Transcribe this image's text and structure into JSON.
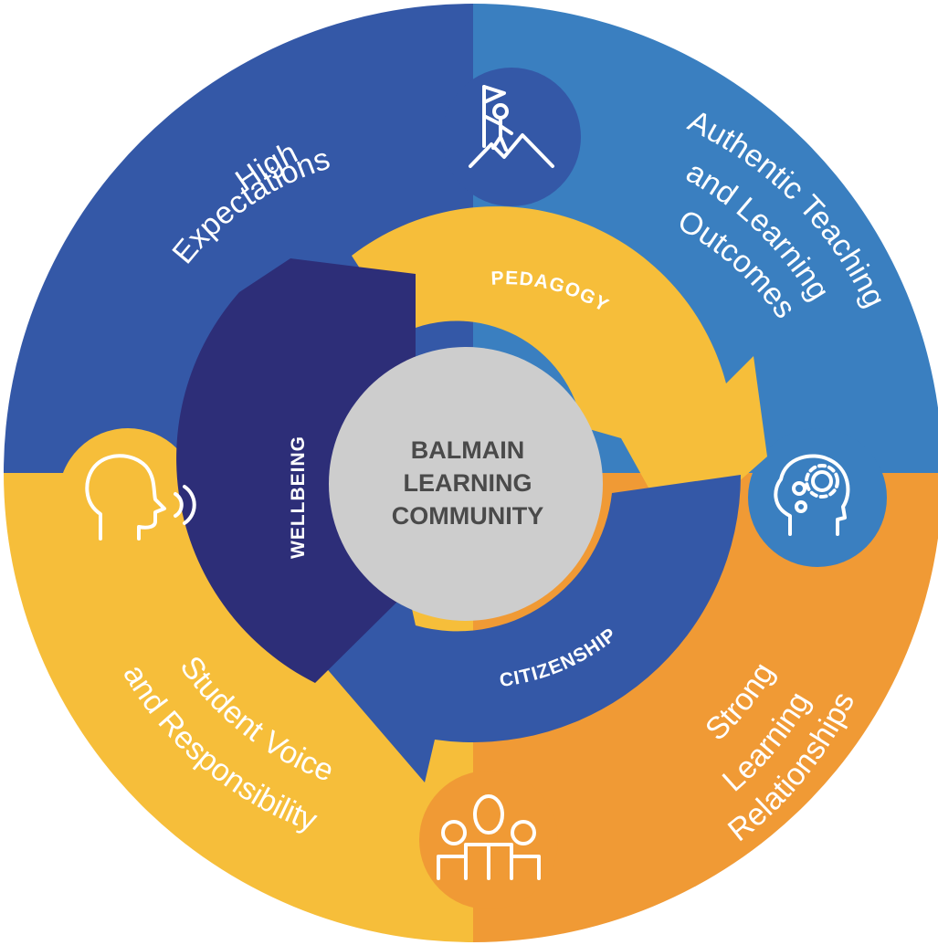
{
  "center": {
    "lines": [
      "BALMAIN",
      "LEARNING",
      "COMMUNITY"
    ]
  },
  "quadrants": [
    {
      "key": "top-left",
      "lines": [
        "High",
        "Expectations"
      ],
      "color": "#3458A7",
      "icon": "mountain-flag-icon"
    },
    {
      "key": "top-right",
      "lines": [
        "Authentic Teaching",
        "and Learning",
        "Outcomes"
      ],
      "color": "#3A7FC0",
      "icon": "head-gears-icon"
    },
    {
      "key": "bottom-right",
      "lines": [
        "Strong",
        "Learning",
        "Relationships"
      ],
      "color": "#F09A35",
      "icon": "group-people-icon"
    },
    {
      "key": "bottom-left",
      "lines": [
        "Student Voice",
        "and Responsibility"
      ],
      "color": "#F6BE3A",
      "icon": "speaking-head-icon"
    }
  ],
  "arrows": [
    {
      "label": "PEDAGOGY",
      "color": "#F6BE3A"
    },
    {
      "label": "CITIZENSHIP",
      "color": "#3458A7"
    },
    {
      "label": "WELLBEING",
      "color": "#2D2E78"
    }
  ],
  "colors": {
    "center": "#CDCDCD",
    "center_text": "#4A4A4A"
  }
}
